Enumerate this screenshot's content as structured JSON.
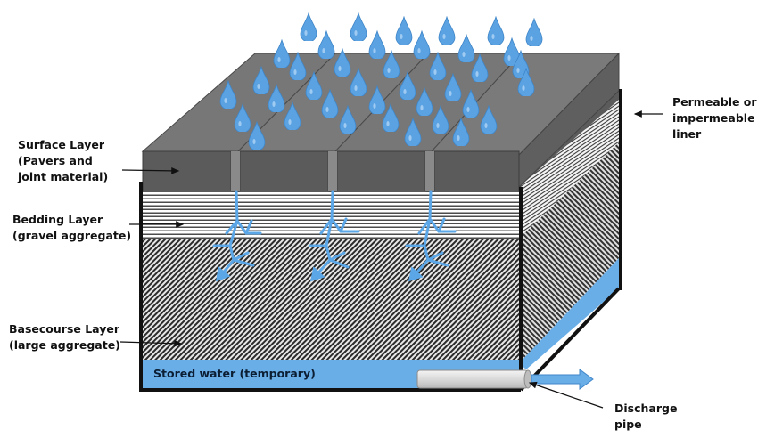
{
  "labels": {
    "surface": [
      "Surface Layer",
      "(Pavers and",
      "joint material)"
    ],
    "bedding": [
      "Bedding Layer",
      "(gravel aggregate)"
    ],
    "base": [
      "Basecourse Layer",
      "(large aggregate)"
    ],
    "liner": [
      "Permeable or",
      "impermeable",
      "liner"
    ],
    "discharge": [
      "Discharge",
      "pipe"
    ],
    "stored": "Stored water (temporary)"
  },
  "icons": [
    "raindrop-icon",
    "infiltration-arrow-icon",
    "pointer-arrow-icon",
    "flow-arrow-icon"
  ],
  "colors": {
    "paver_top": "#777777",
    "paver_front": "#5b5b5b",
    "water": "#6aaee8",
    "raindrop": "#5aa2e2",
    "liner": "#1a1a1a",
    "pipe": "#d9d9d9"
  }
}
